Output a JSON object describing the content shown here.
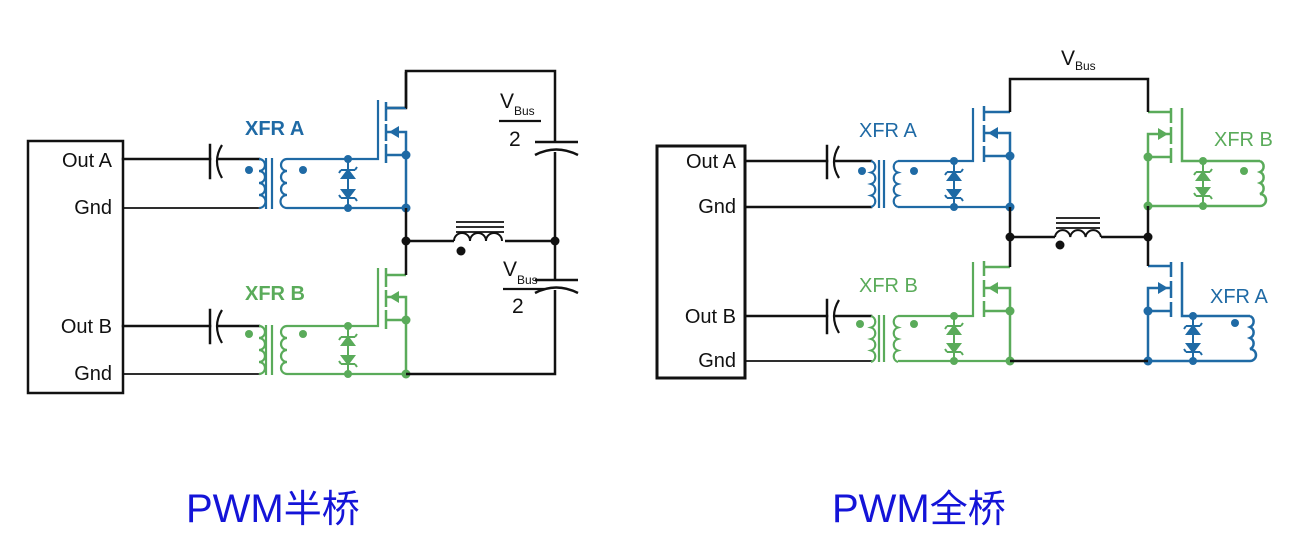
{
  "colors": {
    "black": "#111111",
    "blue": "#1f6aa5",
    "green": "#5aab5a",
    "title": "#1414d8"
  },
  "half_bridge": {
    "title_prefix": "PWM",
    "title_cn": "半桥",
    "box_labels": [
      "Out A",
      "Gnd",
      "Out B",
      "Gnd"
    ],
    "xfr_labels": [
      "XFR A",
      "XFR B"
    ],
    "vbus_top": {
      "v": "V",
      "sub": "Bus",
      "den": "2"
    },
    "vbus_bottom": {
      "v": "V",
      "sub": "Bus",
      "den": "2"
    }
  },
  "full_bridge": {
    "title_prefix": "PWM",
    "title_cn": "全桥",
    "box_labels": [
      "Out A",
      "Gnd",
      "Out B",
      "Gnd"
    ],
    "xfr_labels": [
      "XFR A",
      "XFR B",
      "XFR B",
      "XFR A"
    ],
    "vbus": {
      "v": "V",
      "sub": "Bus"
    }
  }
}
